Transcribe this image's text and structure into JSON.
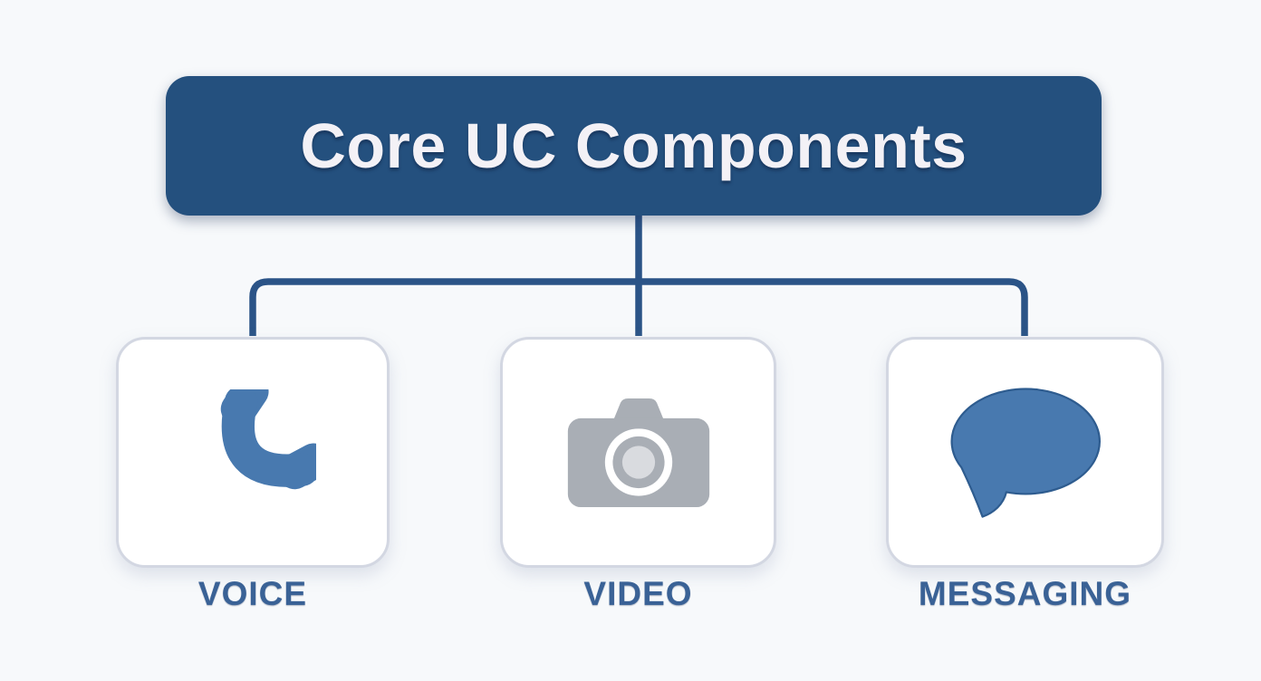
{
  "diagram": {
    "title": "Core UC Components",
    "nodes": [
      {
        "id": "voice",
        "label": "VOICE",
        "icon": "phone-icon"
      },
      {
        "id": "video",
        "label": "VIDEO",
        "icon": "camera-icon"
      },
      {
        "id": "messaging",
        "label": "MESSAGING",
        "icon": "speech-bubble-icon"
      }
    ]
  },
  "colors": {
    "canvas-bg": "#F7F9FB",
    "title-bg": "#24507E",
    "title-text": "#F3F1F6",
    "connector": "#2B5487",
    "card-bg": "#FFFFFF",
    "card-border": "#D3D7E2",
    "label-text": "#3A6296",
    "icon-blue": "#4879AF",
    "icon-blue-outline": "#2E5C8F",
    "icon-gray": "#A9AEB5",
    "icon-gray-light": "#D9DBDF"
  }
}
